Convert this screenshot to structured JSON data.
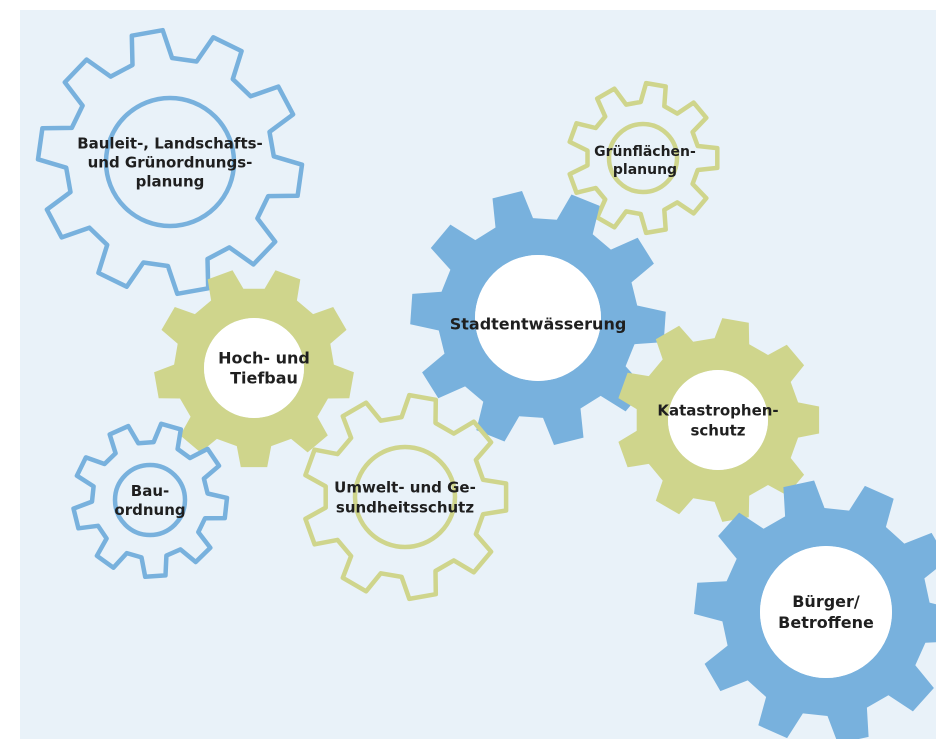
{
  "diagram": {
    "background": "#e9f2f9",
    "colors": {
      "blue": "#78b1dd",
      "green": "#cfd58c",
      "text": "#1f1f1f"
    },
    "gears": [
      {
        "id": "bauleit",
        "style": "outline",
        "color": "blue",
        "label": [
          "Bauleit-, Landschafts-",
          "und Grünordnungs-",
          "planung"
        ]
      },
      {
        "id": "gruenflaechen",
        "style": "outline",
        "color": "green",
        "label": [
          "Grünflächen-",
          "planung"
        ]
      },
      {
        "id": "hochbau",
        "style": "filled",
        "color": "green",
        "label": [
          "Hoch- und",
          "Tiefbau"
        ]
      },
      {
        "id": "stadtentwaesserung",
        "style": "filled",
        "color": "blue",
        "label": [
          "Stadtentwässerung"
        ]
      },
      {
        "id": "katastrophenschutz",
        "style": "filled",
        "color": "green",
        "label": [
          "Katastrophen-",
          "schutz"
        ]
      },
      {
        "id": "bauordnung",
        "style": "outline",
        "color": "blue",
        "label": [
          "Bau-",
          "ordnung"
        ]
      },
      {
        "id": "umwelt",
        "style": "outline",
        "color": "green",
        "label": [
          "Umwelt- und Ge-",
          "sundheitsschutz"
        ]
      },
      {
        "id": "buerger",
        "style": "filled",
        "color": "blue",
        "label": [
          "Bürger/",
          "Betroffene"
        ]
      }
    ]
  }
}
